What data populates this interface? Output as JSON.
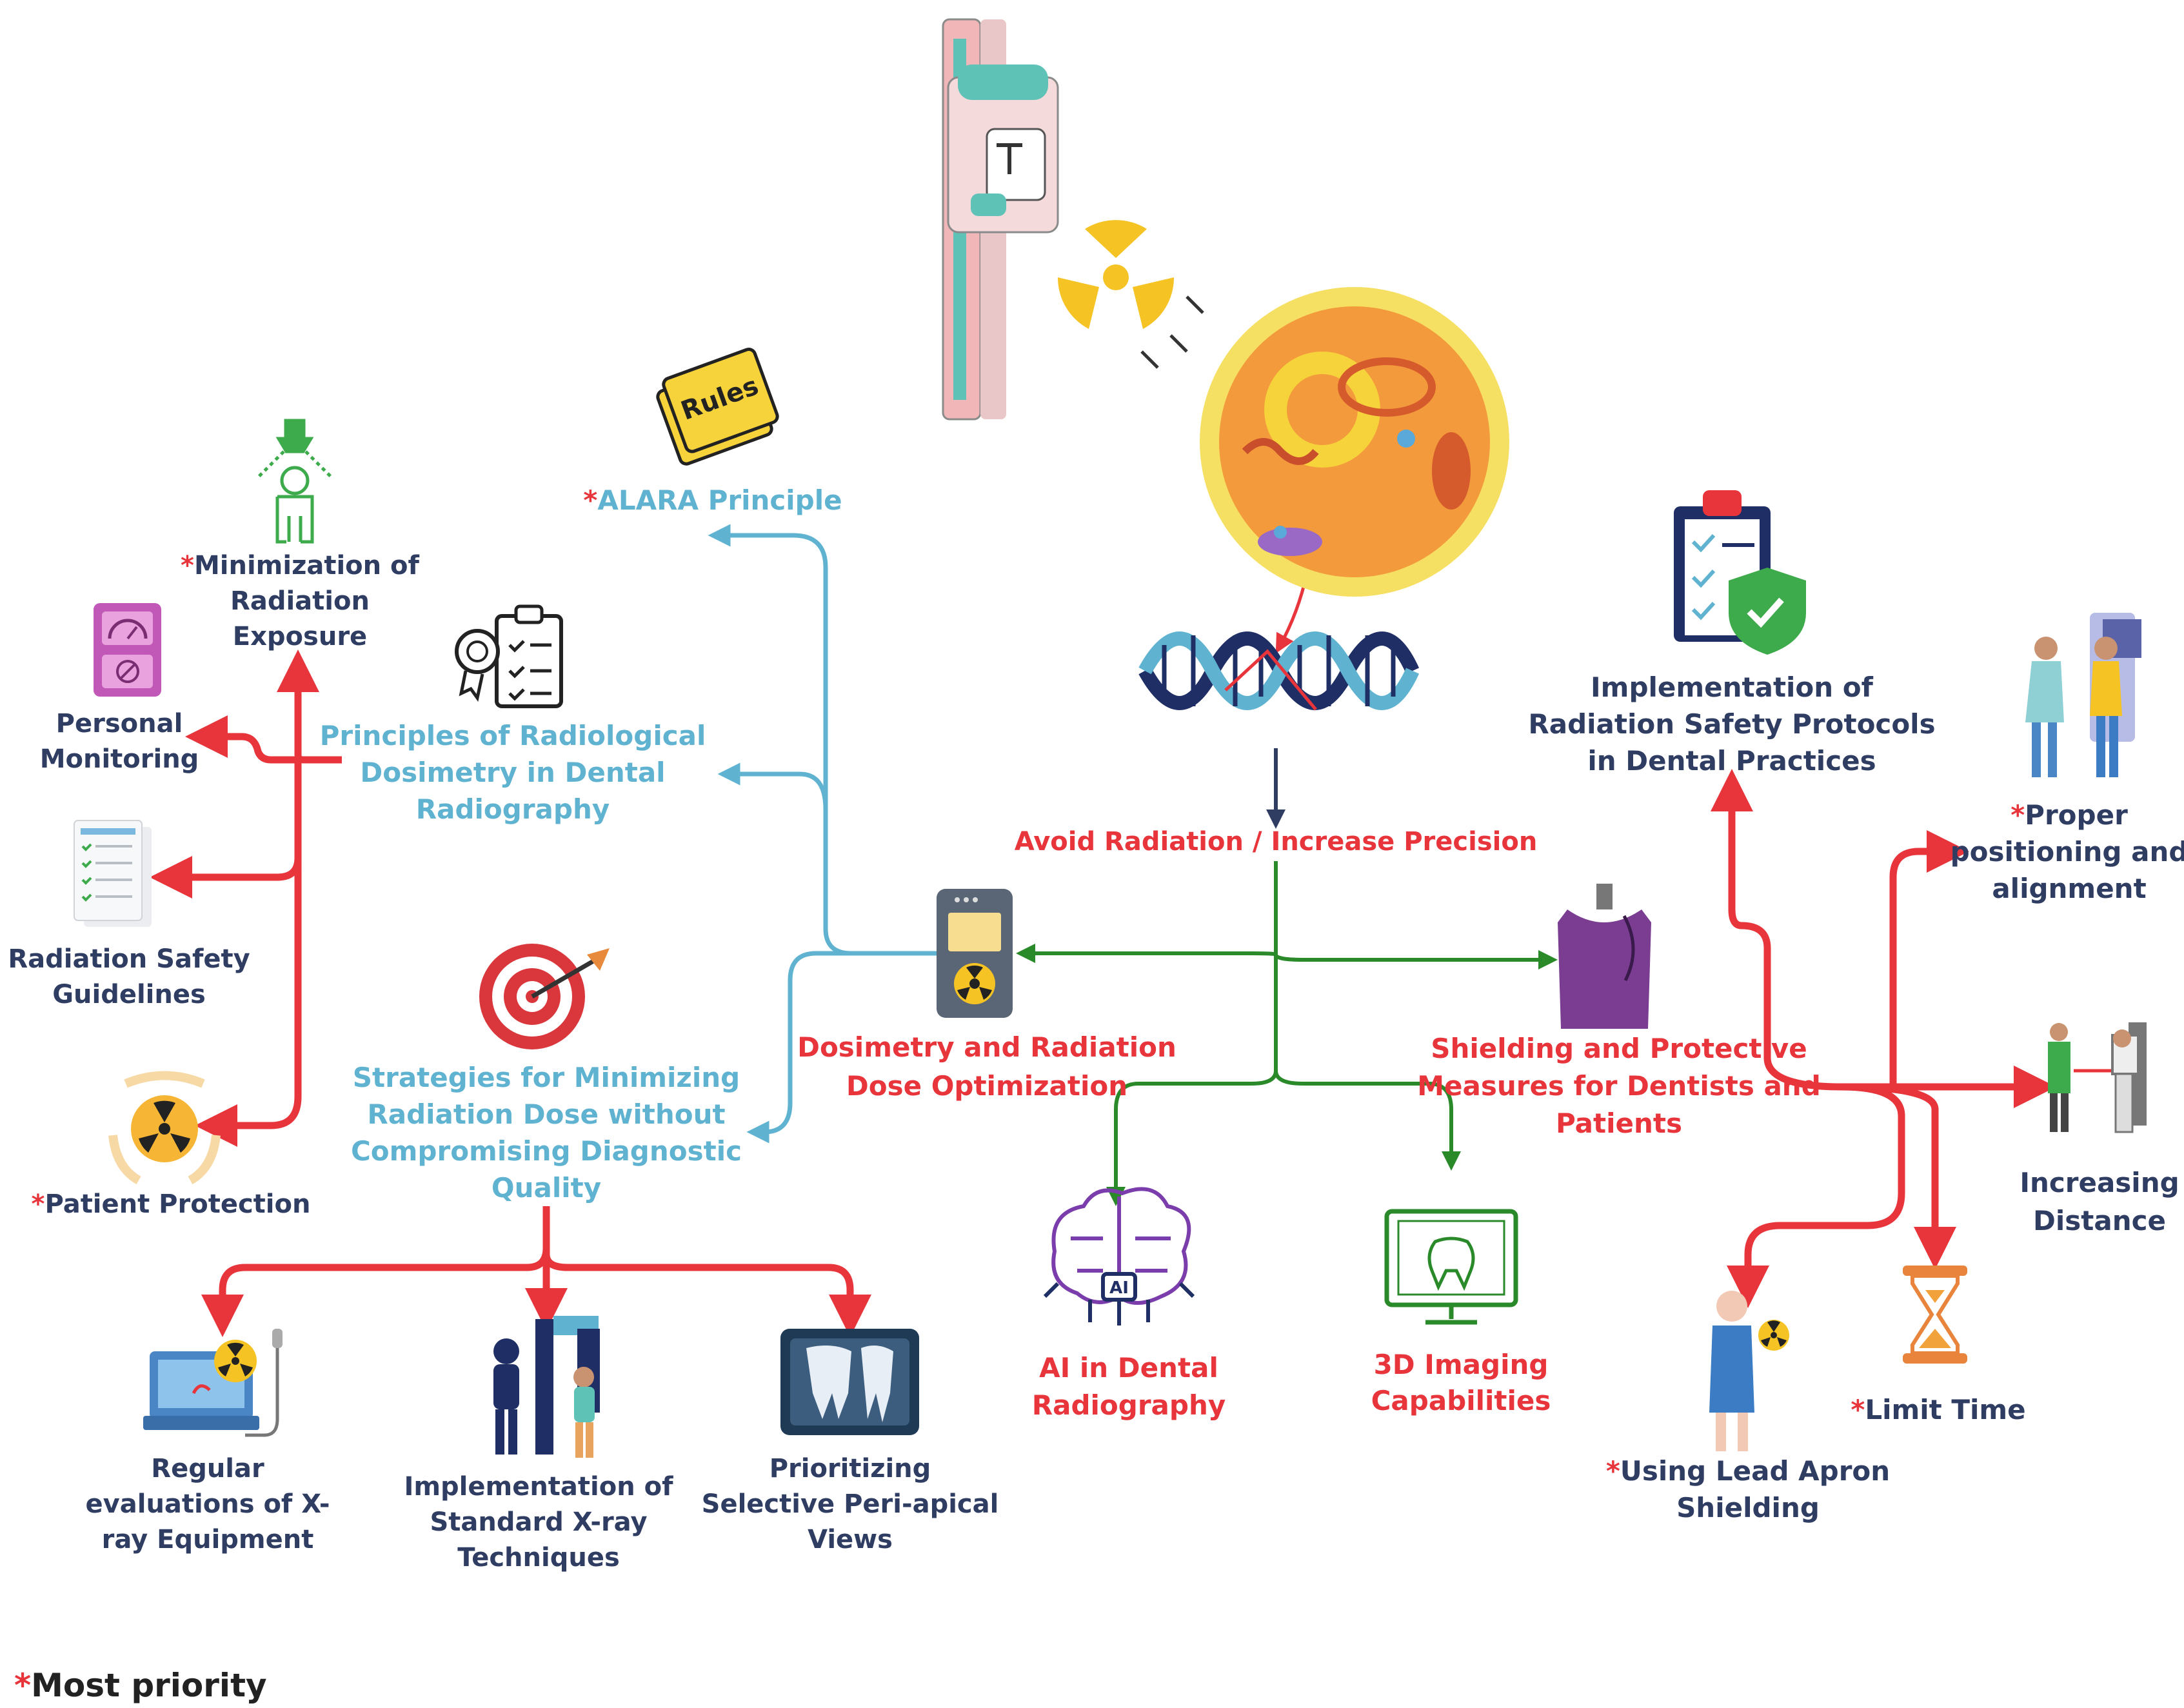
{
  "colors": {
    "red": "#e8343b",
    "blue": "#5fb3d1",
    "green": "#2a8a2a",
    "navy": "#2f3d63",
    "asterisk": "#e8343b"
  },
  "icons": {
    "xray_machine": "dental-xray-machine-icon",
    "radiation": "radiation-trefoil-icon",
    "cell": "cell-icon",
    "dna": "dna-helix-icon",
    "rules": "rules-note-icon",
    "dosimeter": "dosimeter-icon",
    "apron": "lead-apron-icon",
    "clipboard": "clipboard-shield-icon",
    "target": "target-arrow-icon",
    "checklist": "checklist-certificate-icon",
    "person": "person-scan-icon",
    "monitor": "personal-monitor-icon",
    "guidelines": "guidelines-sheet-icon",
    "patient": "patient-protection-icon",
    "ai": "ai-brain-icon",
    "imaging3d": "3d-imaging-monitor-icon",
    "equipment": "xray-equipment-icon",
    "technique": "xray-technique-icon",
    "periapical": "periapical-xray-icon",
    "hourglass": "hourglass-icon",
    "lead_apron_person": "lead-apron-person-icon",
    "distance": "increasing-distance-icon",
    "positioning": "positioning-icon"
  },
  "labels": {
    "center": "Avoid Radiation / Increase Precision",
    "dosimetry": [
      "Dosimetry and Radiation",
      "Dose Optimization"
    ],
    "shielding": [
      "Shielding and Protective",
      "Measures for Dentists and",
      "Patients"
    ],
    "ai": [
      "AI in Dental",
      "Radiography"
    ],
    "imaging3d": [
      "3D Imaging",
      "Capabilities"
    ],
    "alara": "ALARA Principle",
    "principles": [
      "Principles of Radiological",
      "Dosimetry in Dental",
      "Radiography"
    ],
    "strategies": [
      "Strategies for Minimizing",
      "Radiation Dose without",
      "Compromising Diagnostic",
      "Quality"
    ],
    "minimization": [
      "Minimization of",
      "Radiation",
      "Exposure"
    ],
    "personal": [
      "Personal",
      "Monitoring"
    ],
    "guidelines": [
      "Radiation Safety",
      "Guidelines"
    ],
    "patient": "Patient Protection",
    "regular": [
      "Regular",
      "evaluations of X-",
      "ray Equipment"
    ],
    "standard": [
      "Implementation of",
      "Standard X-ray",
      "Techniques"
    ],
    "periapical": [
      "Prioritizing",
      "Selective Peri-apical",
      "Views"
    ],
    "protocols": [
      "Implementation of",
      "Radiation Safety Protocols",
      "in Dental Practices"
    ],
    "positioning": [
      "Proper",
      "positioning and",
      "alignment"
    ],
    "distance": [
      "Increasing",
      "Distance"
    ],
    "limit": "Limit Time",
    "apron": [
      "Using Lead Apron",
      "Shielding"
    ],
    "rules_note": "Rules",
    "ai_chip": "AI",
    "asterisk": "*",
    "legend": "Most priority"
  }
}
